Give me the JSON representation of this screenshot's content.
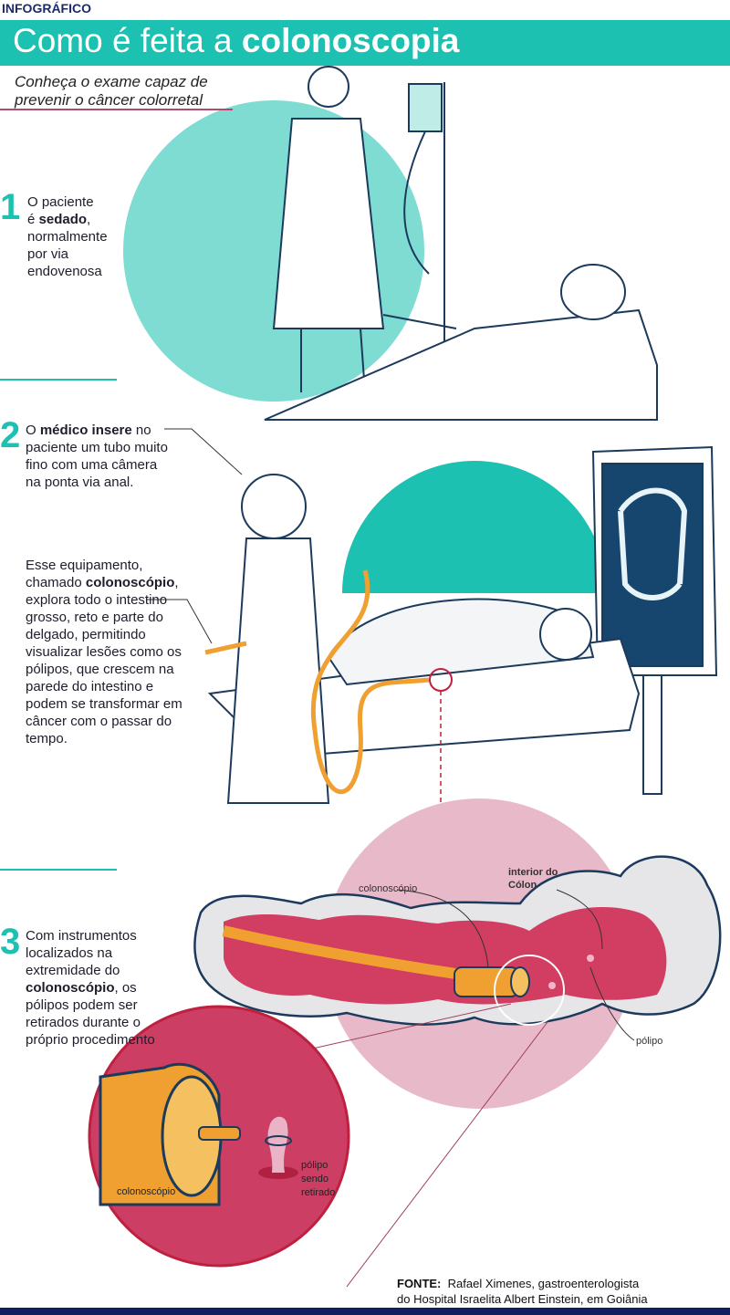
{
  "header": {
    "kicker": "INFOGRÁFICO",
    "title_regular": "Como é feita a ",
    "title_bold": "colonoscopia",
    "subtitle_line1": "Conheça o exame capaz de",
    "subtitle_line2": "prevenir o câncer colorretal"
  },
  "steps": [
    {
      "number": "1",
      "pre": "O paciente",
      "pre2": "é ",
      "bold": "sedado",
      "post": ",",
      "rest": "normalmente por via endovenosa"
    },
    {
      "number": "2",
      "pre": "O ",
      "bold": "médico insere",
      "post": " no paciente um tubo muito fino com uma câmera na ponta via anal.",
      "para2_pre": "Esse equipamento, chamado ",
      "para2_bold": "colonoscópio",
      "para2_post": ", explora todo o intestino grosso, reto e parte do delgado, permitindo visualizar lesões como os pólipos, que crescem na parede do intestino e podem se transformar em câncer com o passar do tempo."
    },
    {
      "number": "3",
      "pre": "Com instrumentos localizados na extremidade do ",
      "bold": "colonoscópio",
      "post": ", os pólipos podem ser retirados durante o próprio procedimento"
    }
  ],
  "labels": {
    "colonoscope": "colonoscópio",
    "colon_interior": "interior do Cólon",
    "polyp": "pólipo",
    "zoom_colonoscope": "colonoscópio",
    "zoom_polyp": "pólipo sendo retirado"
  },
  "source": {
    "label": "FONTE:",
    "line1": "Rafael Ximenes, gastroenterologista",
    "line2": "do Hospital Israelita Albert Einstein, em Goiânia"
  },
  "colors": {
    "teal": "#1cc1b1",
    "navy": "#1b2a6b",
    "pink": "#e8b9c9",
    "red": "#c93a63",
    "orange": "#f0a030"
  }
}
